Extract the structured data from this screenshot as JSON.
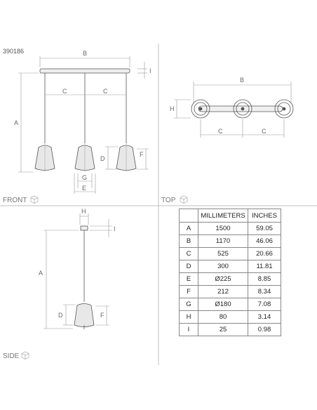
{
  "product_code": "390186",
  "views": {
    "front": "FRONT",
    "top": "TOP",
    "side": "SIDE"
  },
  "dimension_letters": {
    "A": "A",
    "B": "B",
    "C": "C",
    "D": "D",
    "E": "E",
    "F": "F",
    "G": "G",
    "H": "H",
    "I": "I"
  },
  "icons": {
    "front": "cube-front-icon",
    "top": "cube-top-icon",
    "side": "cube-side-icon"
  },
  "table": {
    "headers": [
      "",
      "MILLIMETERS",
      "INCHES"
    ],
    "rows": [
      {
        "label": "A",
        "mm": "1500",
        "in": "59.05"
      },
      {
        "label": "B",
        "mm": "1170",
        "in": "46.06"
      },
      {
        "label": "C",
        "mm": "525",
        "in": "20.66"
      },
      {
        "label": "D",
        "mm": "300",
        "in": "11.81"
      },
      {
        "label": "E",
        "mm": "Ø225",
        "in": "8.85"
      },
      {
        "label": "F",
        "mm": "212",
        "in": "8.34"
      },
      {
        "label": "G",
        "mm": "Ø180",
        "in": "7.08"
      },
      {
        "label": "H",
        "mm": "80",
        "in": "3.14"
      },
      {
        "label": "I",
        "mm": "25",
        "in": "0.98"
      }
    ]
  }
}
